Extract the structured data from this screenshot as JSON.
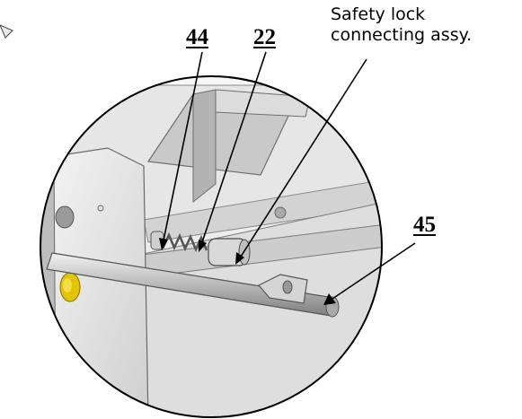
{
  "callouts": {
    "part_44": "44",
    "part_22": "22",
    "part_45": "45"
  },
  "note": {
    "line1": "Safety lock",
    "line2": "connecting assy."
  },
  "colors": {
    "outline": "#000000",
    "metal_light": "#e9e9e9",
    "metal_mid": "#c8c8c8",
    "metal_dark": "#8f8f8f",
    "bolt_yellow": "#e3c400"
  }
}
